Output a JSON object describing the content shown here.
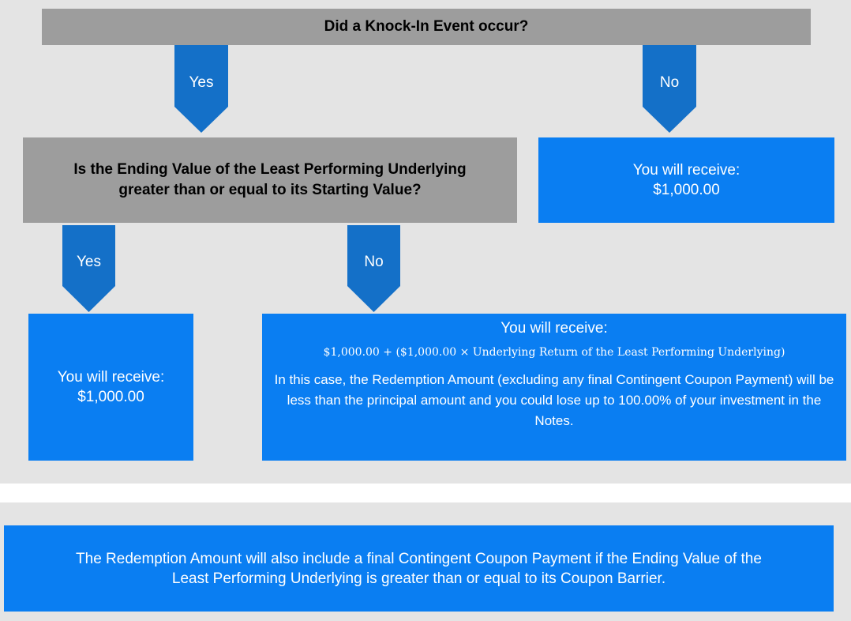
{
  "top_question": "Did a Knock-In Event occur?",
  "top_yes": "Yes",
  "top_no": "No",
  "second_question_line1": "Is the Ending Value of the Least Performing Underlying",
  "second_question_line2": "greater than or equal to its Starting Value?",
  "no_outcome_line1": "You will receive:",
  "no_outcome_line2": "$1,000.00",
  "second_yes": "Yes",
  "second_no": "No",
  "yes_outcome_line1": "You will receive:",
  "yes_outcome_line2": "$1,000.00",
  "loss_outcome_heading": "You will receive:",
  "loss_outcome_formula": "$1,000.00 + ($1,000.00 × Underlying Return of the Least Performing Underlying)",
  "loss_outcome_text": "In this case, the Redemption Amount (excluding any final Contingent Coupon Payment) will be less than the principal amount and you could lose up to 100.00% of your investment in the Notes.",
  "footer_line1": "The Redemption Amount will also include a final Contingent Coupon Payment if the Ending Value of the",
  "footer_line2": "Least Performing Underlying is greater than or equal to its Coupon Barrier.",
  "colors": {
    "gray_box": "#9d9d9d",
    "blue_box": "#0a7ef2",
    "arrow": "#1470c8",
    "panel": "#e4e4e4"
  }
}
